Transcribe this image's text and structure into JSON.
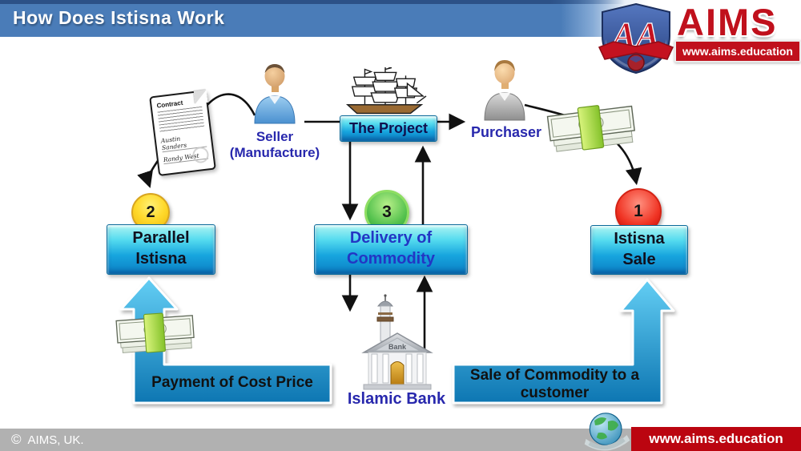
{
  "header": {
    "title": "How Does Istisna Work"
  },
  "logo": {
    "brand": "AIMS",
    "monogram": "AA",
    "url": "www.aims.education"
  },
  "contract": {
    "title": "Contract",
    "signature1": "Austin Sanders",
    "signature2": "Randy West"
  },
  "actors": {
    "seller_line1": "Seller",
    "seller_line2": "(Manufacture)",
    "purchaser": "Purchaser",
    "bank": "Islamic Bank",
    "bank_sign": "Bank"
  },
  "process": {
    "project": "The Project",
    "parallel_line1": "Parallel",
    "parallel_line2": "Istisna",
    "delivery_line1": "Delivery of",
    "delivery_line2": "Commodity",
    "sale_line1": "Istisna",
    "sale_line2": "Sale"
  },
  "badges": {
    "one": "1",
    "two": "2",
    "three": "3"
  },
  "flows": {
    "payment": "Payment of Cost Price",
    "sale_line1": "Sale of Commodity to a",
    "sale_line2": "customer"
  },
  "footer": {
    "copyright": "©",
    "owner": "AIMS, UK.",
    "site": "www.aims.education"
  },
  "colors": {
    "header_blue": "#4a7cb8",
    "header_top_strip": "#2c5187",
    "box_cyan_top": "#aef4f2",
    "box_cyan_bottom": "#0b7ec4",
    "flow_arrow_blue": "#1b98d6",
    "badge_yellow": "#ffd92b",
    "badge_green": "#4db848",
    "badge_red": "#e01800",
    "label_blue": "#2828ad",
    "brand_red": "#c0101c",
    "footer_gray": "#b1b1b1",
    "footer_red": "#bb0510"
  }
}
